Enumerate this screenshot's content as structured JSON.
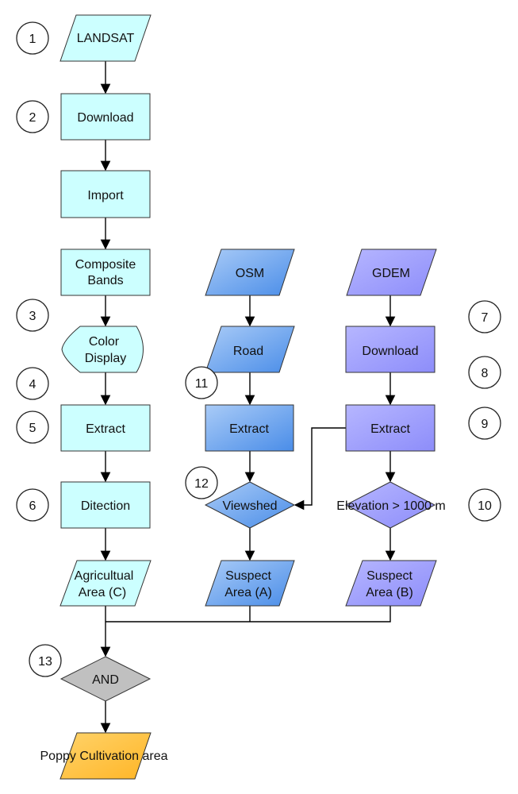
{
  "colors": {
    "landsat_fill": "#ccffff",
    "osm_fill": "#5b9bf0",
    "gdem_fill": "#9b9bff",
    "and_fill": "#c0c0c0",
    "result_fill": "#ffc23a"
  },
  "nodes": {
    "landsat": "LANDSAT",
    "download1": "Download",
    "import": "Import",
    "composite_line1": "Composite",
    "composite_line2": "Bands",
    "color_line1": "Color",
    "color_line2": "Display",
    "extract1": "Extract",
    "detection": "Ditection",
    "agri_line1": "Agricultual",
    "agri_line2": "Area (C)",
    "osm": "OSM",
    "road": "Road",
    "extract2": "Extract",
    "viewshed": "Viewshed",
    "suspectA_line1": "Suspect",
    "suspectA_line2": "Area (A)",
    "gdem": "GDEM",
    "download2": "Download",
    "extract3": "Extract",
    "elevation": "Elevation > 1000 m",
    "suspectB_line1": "Suspect",
    "suspectB_line2": "Area (B)",
    "and": "AND",
    "poppy": "Poppy Cultivation area"
  },
  "step_numbers": [
    "1",
    "2",
    "3",
    "4",
    "5",
    "6",
    "7",
    "8",
    "9",
    "10",
    "11",
    "12",
    "13"
  ]
}
